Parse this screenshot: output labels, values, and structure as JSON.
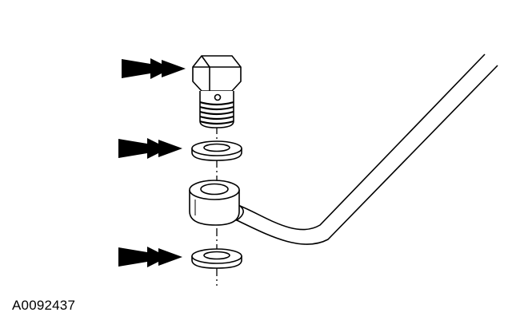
{
  "figure": {
    "reference_code": "A0092437",
    "callout_arrows": [
      "banjo-bolt",
      "upper-sealing-washer",
      "lower-sealing-washer"
    ],
    "parts": [
      "banjo-bolt",
      "upper-sealing-washer",
      "banjo-fitting",
      "lower-sealing-washer",
      "fuel-line"
    ],
    "colors": {
      "line": "#000000",
      "background": "#ffffff"
    }
  }
}
